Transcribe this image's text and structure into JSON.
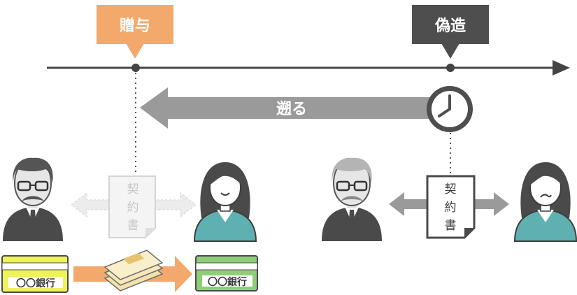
{
  "labels": {
    "gift": "贈与",
    "forge": "偽造",
    "backdate": "遡る",
    "contract": [
      "契",
      "約",
      "書"
    ],
    "bank": "〇〇銀行"
  },
  "colors": {
    "gift_orange": "#f3a86c",
    "forge_dark": "#4e4e4e",
    "timeline": "#444444",
    "arrow_gray": "#9a9a9a",
    "faded_gray": "#e6e6e6",
    "bank_yellow": "#eef35a",
    "bank_green": "#8fce78",
    "shirt_teal": "#5fb1b1"
  },
  "icons": {
    "clock": "clock-icon",
    "contract": "contract-document-icon",
    "money": "banknote-stack-icon"
  }
}
